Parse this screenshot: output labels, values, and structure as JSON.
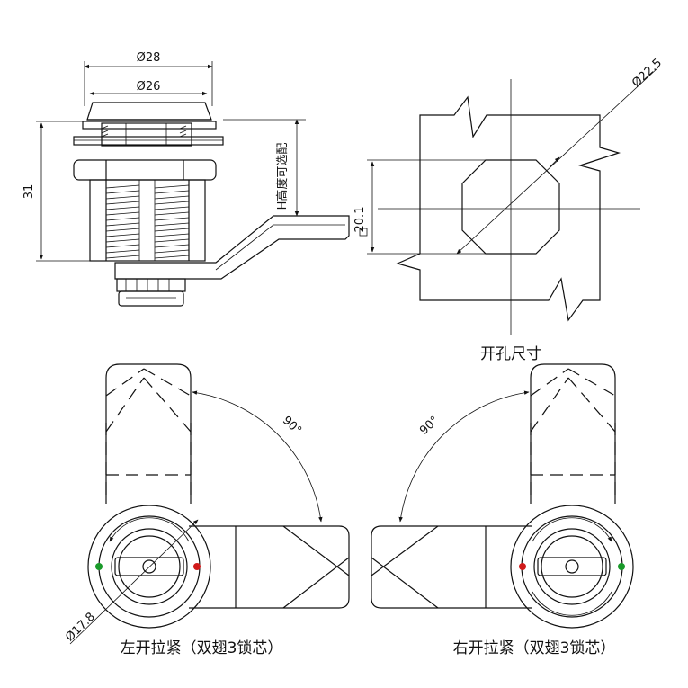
{
  "side_view": {
    "dia_outer": "Ø28",
    "dia_inner": "Ø26",
    "height": "31",
    "h_option": "H高度可选配"
  },
  "cutout": {
    "diameter": "Ø22.5",
    "flat": "20.1",
    "caption": "开孔尺寸"
  },
  "left_cam": {
    "angle": "90°",
    "diameter": "Ø17.8",
    "caption": "左开拉紧（双翅3锁芯）",
    "indicator_green": "#1a9a2a",
    "indicator_red": "#d01a1a"
  },
  "right_cam": {
    "angle": "90°",
    "caption": "右开拉紧（双翅3锁芯）",
    "indicator_green": "#1a9a2a",
    "indicator_red": "#d01a1a"
  }
}
